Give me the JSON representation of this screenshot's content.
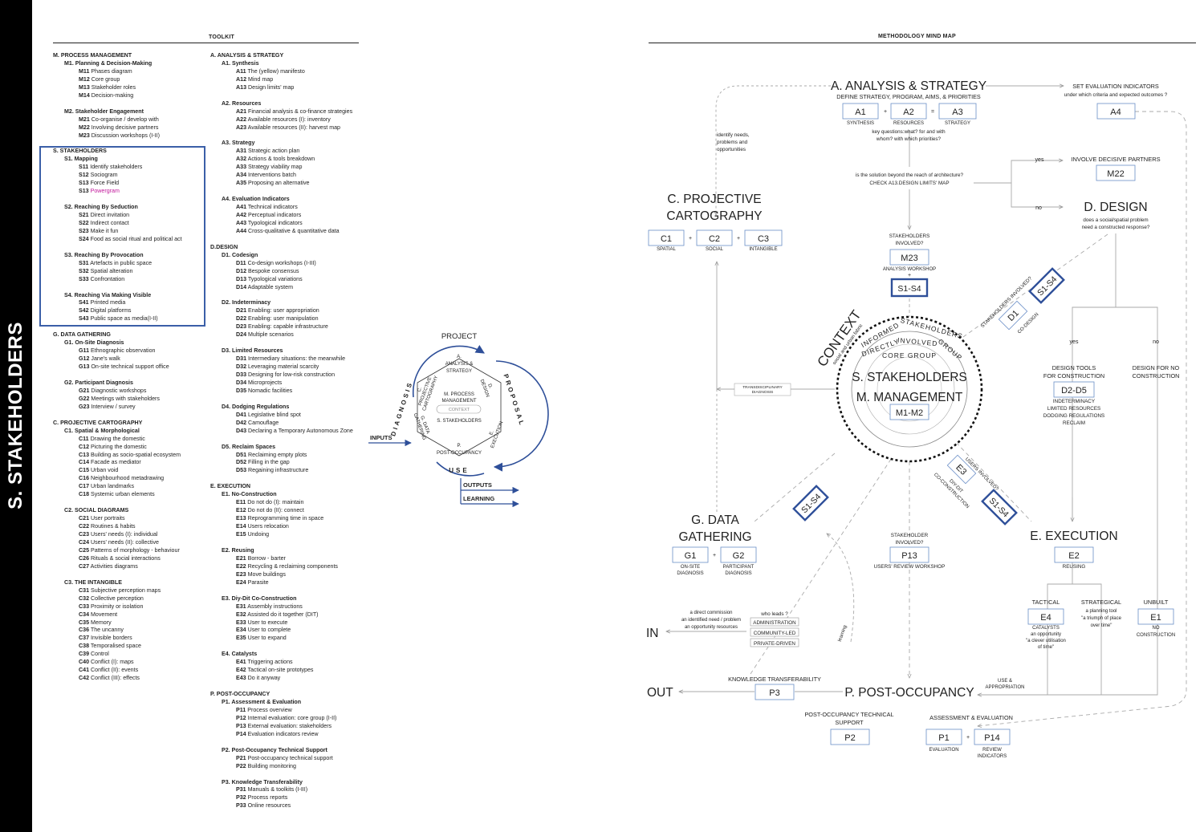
{
  "side_title": "S. STAKEHOLDERS",
  "toolkit": {
    "title": "TOOLKIT",
    "col1": [
      {
        "k": "sec",
        "t": "M.  PROCESS MANAGEMENT"
      },
      {
        "k": "sub",
        "t": "M1.  Planning & Decision-Making"
      },
      {
        "k": "it",
        "c": "M11",
        "t": "Phases diagram"
      },
      {
        "k": "it",
        "c": "M12",
        "t": "Core group"
      },
      {
        "k": "it",
        "c": "M13",
        "t": "Stakeholder roles"
      },
      {
        "k": "it",
        "c": "M14",
        "t": "Decision-making"
      },
      {
        "k": "gap"
      },
      {
        "k": "sub",
        "t": "M2.  Stakeholder Engagement"
      },
      {
        "k": "it",
        "c": "M21",
        "t": "Co-organise / develop with"
      },
      {
        "k": "it",
        "c": "M22",
        "t": "Involving decisive partners"
      },
      {
        "k": "it",
        "c": "M23",
        "t": "Discussion workshops (I-II)"
      },
      {
        "k": "gap"
      },
      {
        "k": "sec",
        "t": "S. STAKEHOLDERS"
      },
      {
        "k": "sub",
        "t": "S1.  Mapping"
      },
      {
        "k": "it",
        "c": "S11",
        "t": "Identify stakeholders"
      },
      {
        "k": "it",
        "c": "S12",
        "t": "Sociogram"
      },
      {
        "k": "it",
        "c": "S13",
        "t": "Force Field"
      },
      {
        "k": "it",
        "c": "S13",
        "t": "Powergram",
        "pink": true
      },
      {
        "k": "gap"
      },
      {
        "k": "sub",
        "t": "S2.  Reaching By Seduction"
      },
      {
        "k": "it",
        "c": "S21",
        "t": "Direct invitation"
      },
      {
        "k": "it",
        "c": "S22",
        "t": "Indirect contact"
      },
      {
        "k": "it",
        "c": "S23",
        "t": "Make it fun"
      },
      {
        "k": "it",
        "c": "S24",
        "t": "Food as social ritual and political act"
      },
      {
        "k": "gap"
      },
      {
        "k": "sub",
        "t": "S3.  Reaching By Provocation"
      },
      {
        "k": "it",
        "c": "S31",
        "t": "Artefacts in public space"
      },
      {
        "k": "it",
        "c": "S32",
        "t": "Spatial alteration"
      },
      {
        "k": "it",
        "c": "S33",
        "t": "Confrontation"
      },
      {
        "k": "gap"
      },
      {
        "k": "sub",
        "t": "S4.  Reaching Via Making Visible"
      },
      {
        "k": "it",
        "c": "S41",
        "t": "Printed media"
      },
      {
        "k": "it",
        "c": "S42",
        "t": "Digital platforms"
      },
      {
        "k": "it",
        "c": "S43",
        "t": "Public space as media(I-II)"
      },
      {
        "k": "gap"
      },
      {
        "k": "sec",
        "t": "G. DATA GATHERING"
      },
      {
        "k": "sub",
        "t": "G1.  On-Site Diagnosis"
      },
      {
        "k": "it",
        "c": "G11",
        "t": "Ethnographic observation"
      },
      {
        "k": "it",
        "c": "G12",
        "t": "Jane's walk"
      },
      {
        "k": "it",
        "c": "G13",
        "t": "On-site technical support office"
      },
      {
        "k": "gap"
      },
      {
        "k": "sub",
        "t": "G2.  Participant Diagnosis"
      },
      {
        "k": "it",
        "c": "G21",
        "t": "Diagnostic workshops"
      },
      {
        "k": "it",
        "c": "G22",
        "t": "Meetings with stakeholders"
      },
      {
        "k": "it",
        "c": "G23",
        "t": "Interview / survey"
      },
      {
        "k": "gap"
      },
      {
        "k": "sec",
        "t": "C. PROJECTIVE CARTOGRAPHY"
      },
      {
        "k": "sub",
        "t": "C1.  Spatial & Morphological"
      },
      {
        "k": "it",
        "c": "C11",
        "t": "Drawing the domestic"
      },
      {
        "k": "it",
        "c": "C12",
        "t": "Picturing the domestic"
      },
      {
        "k": "it",
        "c": "C13",
        "t": "Building as socio-spatial ecosystem"
      },
      {
        "k": "it",
        "c": "C14",
        "t": "Facade as mediator"
      },
      {
        "k": "it",
        "c": "C15",
        "t": "Urban void"
      },
      {
        "k": "it",
        "c": "C16",
        "t": "Neighbourhood metadrawing"
      },
      {
        "k": "it",
        "c": "C17",
        "t": "Urban landmarks"
      },
      {
        "k": "it",
        "c": "C18",
        "t": "Systemic urban elements"
      },
      {
        "k": "gap"
      },
      {
        "k": "sub",
        "t": "C2.  SOCIAL DIAGRAMS"
      },
      {
        "k": "it",
        "c": "C21",
        "t": "User portraits"
      },
      {
        "k": "it",
        "c": "C22",
        "t": "Routines & habits"
      },
      {
        "k": "it",
        "c": "C23",
        "t": "Users' needs (I): individual"
      },
      {
        "k": "it",
        "c": "C24",
        "t": "Users' needs (II): collective"
      },
      {
        "k": "it",
        "c": "C25",
        "t": "Patterns of morphology - behaviour"
      },
      {
        "k": "it",
        "c": "C26",
        "t": "Rituals & social interactions"
      },
      {
        "k": "it",
        "c": "C27",
        "t": "Activities diagrams"
      },
      {
        "k": "gap"
      },
      {
        "k": "sub",
        "t": "C3.  THE INTANGIBLE"
      },
      {
        "k": "it",
        "c": "C31",
        "t": "Subjective perception maps"
      },
      {
        "k": "it",
        "c": "C32",
        "t": "Collective perception"
      },
      {
        "k": "it",
        "c": "C33",
        "t": "Proximity or isolation"
      },
      {
        "k": "it",
        "c": "C34",
        "t": "Movement"
      },
      {
        "k": "it",
        "c": "C35",
        "t": "Memory"
      },
      {
        "k": "it",
        "c": "C36",
        "t": "The uncanny"
      },
      {
        "k": "it",
        "c": "C37",
        "t": "Invisible borders"
      },
      {
        "k": "it",
        "c": "C38",
        "t": "Temporalised space"
      },
      {
        "k": "it",
        "c": "C39",
        "t": "Control"
      },
      {
        "k": "it",
        "c": "C40",
        "t": "Conflict (I): maps"
      },
      {
        "k": "it",
        "c": "C41",
        "t": "Conflict (II): events"
      },
      {
        "k": "it",
        "c": "C42",
        "t": "Conflict (III): effects"
      }
    ],
    "col2": [
      {
        "k": "sec",
        "t": "A. ANALYSIS & STRATEGY"
      },
      {
        "k": "sub",
        "t": "A1.  Synthesis"
      },
      {
        "k": "it",
        "c": "A11",
        "t": "The (yellow) manifesto"
      },
      {
        "k": "it",
        "c": "A12",
        "t": "Mind map"
      },
      {
        "k": "it",
        "c": "A13",
        "t": "Design limits' map"
      },
      {
        "k": "gap"
      },
      {
        "k": "sub",
        "t": "A2.  Resources"
      },
      {
        "k": "it",
        "c": "A21",
        "t": "Financial analysis & co-finance strategies"
      },
      {
        "k": "it",
        "c": "A22",
        "t": "Available resources (I): inventory"
      },
      {
        "k": "it",
        "c": "A23",
        "t": "Available resources (II): harvest map"
      },
      {
        "k": "gap"
      },
      {
        "k": "sub",
        "t": "A3.  Strategy"
      },
      {
        "k": "it",
        "c": "A31",
        "t": "Strategic action plan"
      },
      {
        "k": "it",
        "c": "A32",
        "t": "Actions & tools breakdown"
      },
      {
        "k": "it",
        "c": "A33",
        "t": "Strategy viability map"
      },
      {
        "k": "it",
        "c": "A34",
        "t": "Interventions batch"
      },
      {
        "k": "it",
        "c": "A35",
        "t": "Proposing an alternative"
      },
      {
        "k": "gap"
      },
      {
        "k": "sub",
        "t": "A4.  Evaluation Indicators"
      },
      {
        "k": "it",
        "c": "A41",
        "t": "Technical indicators"
      },
      {
        "k": "it",
        "c": "A42",
        "t": "Perceptual indicators"
      },
      {
        "k": "it",
        "c": "A43",
        "t": "Typological indicators"
      },
      {
        "k": "it",
        "c": "A44",
        "t": "Cross-qualitative & quantitative data"
      },
      {
        "k": "gap"
      },
      {
        "k": "sec",
        "t": "D.DESIGN"
      },
      {
        "k": "sub",
        "t": "D1.  Codesign"
      },
      {
        "k": "it",
        "c": "D11",
        "t": "Co-design workshops (I-III)"
      },
      {
        "k": "it",
        "c": "D12",
        "t": "Bespoke consensus"
      },
      {
        "k": "it",
        "c": "D13",
        "t": "Typological variations"
      },
      {
        "k": "it",
        "c": "D14",
        "t": "Adaptable system"
      },
      {
        "k": "gap"
      },
      {
        "k": "sub",
        "t": "D2.  Indeterminacy"
      },
      {
        "k": "it",
        "c": "D21",
        "t": "Enabling: user appropriation"
      },
      {
        "k": "it",
        "c": "D22",
        "t": "Enabling: user manipulation"
      },
      {
        "k": "it",
        "c": "D23",
        "t": "Enabling: capable infrastructure"
      },
      {
        "k": "it",
        "c": "D24",
        "t": "Multiple scenarios"
      },
      {
        "k": "gap"
      },
      {
        "k": "sub",
        "t": "D3.  Limited Resources"
      },
      {
        "k": "it",
        "c": "D31",
        "t": "Intermediary situations: the meanwhile"
      },
      {
        "k": "it",
        "c": "D32",
        "t": "Leveraging material scarcity"
      },
      {
        "k": "it",
        "c": "D33",
        "t": "Designing for low-risk construction"
      },
      {
        "k": "it",
        "c": "D34",
        "t": "Microprojects"
      },
      {
        "k": "it",
        "c": "D35",
        "t": "Nomadic facilities"
      },
      {
        "k": "gap"
      },
      {
        "k": "sub",
        "t": "D4.  Dodging Regulations"
      },
      {
        "k": "it",
        "c": "D41",
        "t": "Legislative blind spot"
      },
      {
        "k": "it",
        "c": "D42",
        "t": "Camouflage"
      },
      {
        "k": "it",
        "c": "D43",
        "t": "Declaring a Temporary Autonomous Zone"
      },
      {
        "k": "gap"
      },
      {
        "k": "sub",
        "t": "D5.  Reclaim Spaces"
      },
      {
        "k": "it",
        "c": "D51",
        "t": "Reclaiming empty plots"
      },
      {
        "k": "it",
        "c": "D52",
        "t": "Filling in the gap"
      },
      {
        "k": "it",
        "c": "D53",
        "t": "Regaining infrastructure"
      },
      {
        "k": "gap"
      },
      {
        "k": "sec",
        "t": "E. EXECUTION"
      },
      {
        "k": "sub",
        "t": "E1.  No-Construction"
      },
      {
        "k": "it",
        "c": "E11",
        "t": "Do not do (I): maintain"
      },
      {
        "k": "it",
        "c": "E12",
        "t": "Do not do (II): connect"
      },
      {
        "k": "it",
        "c": "E13",
        "t": "Reprogramming time in space"
      },
      {
        "k": "it",
        "c": "E14",
        "t": "Users relocation"
      },
      {
        "k": "it",
        "c": "E15",
        "t": "Undoing"
      },
      {
        "k": "gap"
      },
      {
        "k": "sub",
        "t": "E2.  Reusing"
      },
      {
        "k": "it",
        "c": "E21",
        "t": "Borrow - barter"
      },
      {
        "k": "it",
        "c": "E22",
        "t": "Recycling & reclaiming components"
      },
      {
        "k": "it",
        "c": "E23",
        "t": "Move buildings"
      },
      {
        "k": "it",
        "c": "E24",
        "t": "Parasite"
      },
      {
        "k": "gap"
      },
      {
        "k": "sub",
        "t": "E3.  Diy-Dit Co-Construction"
      },
      {
        "k": "it",
        "c": "E31",
        "t": "Assembly instructions"
      },
      {
        "k": "it",
        "c": "E32",
        "t": "Assisted do it together (DIT)"
      },
      {
        "k": "it",
        "c": "E33",
        "t": "User to execute"
      },
      {
        "k": "it",
        "c": "E34",
        "t": "User to complete"
      },
      {
        "k": "it",
        "c": "E35",
        "t": "User to expand"
      },
      {
        "k": "gap"
      },
      {
        "k": "sub",
        "t": "E4.  Catalysts"
      },
      {
        "k": "it",
        "c": "E41",
        "t": "Triggering actions"
      },
      {
        "k": "it",
        "c": "E42",
        "t": "Tactical on-site prototypes"
      },
      {
        "k": "it",
        "c": "E43",
        "t": "Do it anyway"
      },
      {
        "k": "gap"
      },
      {
        "k": "sec",
        "t": "P. POST-OCCUPANCY"
      },
      {
        "k": "sub",
        "t": "P1.  Assessment & Evaluation"
      },
      {
        "k": "it",
        "c": "P11",
        "t": "Process overview"
      },
      {
        "k": "it",
        "c": "P12",
        "t": "Internal evaluation: core group (I-II)"
      },
      {
        "k": "it",
        "c": "P13",
        "t": "External evaluation: stakeholders"
      },
      {
        "k": "it",
        "c": "P14",
        "t": "Evaluation indicators review"
      },
      {
        "k": "gap"
      },
      {
        "k": "sub",
        "t": "P2.  Post-Occupancy Technical Support"
      },
      {
        "k": "it",
        "c": "P21",
        "t": "Post-occupancy technical support"
      },
      {
        "k": "it",
        "c": "P22",
        "t": "Building monitoring"
      },
      {
        "k": "gap"
      },
      {
        "k": "sub",
        "t": "P3.  Knowledge Transferability"
      },
      {
        "k": "it",
        "c": "P31",
        "t": "Manuals & toolkits (I-III)"
      },
      {
        "k": "it",
        "c": "P32",
        "t": "Process reports"
      },
      {
        "k": "it",
        "c": "P33",
        "t": "Online resources"
      }
    ]
  },
  "project_diagram": {
    "title": "PROJECT",
    "a": "A.",
    "a2": "ANALYSIS &",
    "a3": "STRATEGY",
    "d1": "D.",
    "d2": "DESIGN",
    "e1": "E.",
    "e2": "EXECUTION",
    "p1": "P.",
    "p2": "POST-OCCUPANCY",
    "g1": "G. DATA",
    "g2": "GATHERING",
    "c1": "C.",
    "c2": "PROJECTIVE",
    "c3": "CARTOGRAPHY",
    "m1": "M. PROCESS",
    "m2": "MANAGEMENT",
    "ctx": "CONTEXT",
    "s": "S. STAKEHOLDERS",
    "diagnosis": "DIAGNOSIS",
    "proposal": "PROPOSAL",
    "use": "USE",
    "inputs": "INPUTS",
    "outputs": "OUTPUTS",
    "learning": "LEARNING"
  },
  "mind_map": {
    "title": "METHODOLOGY MIND MAP",
    "A": {
      "title": "A. ANALYSIS & STRATEGY",
      "sub": "DEFINE STRATEGY, PROGRAM, AIMS, & PRIORITIES",
      "b1": "A1",
      "l1": "SYNTHESIS",
      "plus": "+",
      "b2": "A2",
      "l2": "RESOURCES",
      "eq": "=",
      "b3": "A3",
      "l3": "STRATEGY",
      "q1": "key questions:what?  for and with",
      "q2": "whom? with which priorities?"
    },
    "set_eval": {
      "t1": "SET EVALUATION INDICATORS",
      "t2": "under which criteria and expected outcomes ?",
      "box": "A4"
    },
    "beyond": {
      "t1": "is the solution beyond the reach of architecture?",
      "t2": "CHECK A13.DESIGN LIMITS' MAP"
    },
    "yes1": "yes",
    "no1": "no",
    "involve": {
      "t": "INVOLVE DECISIVE PARTNERS",
      "box": "M22"
    },
    "D": {
      "title": "D. DESIGN",
      "q1": "does a social/spatial problem",
      "q2": "need a constructed response?",
      "involved": "STAKEHOLDERS INVOLVED?",
      "box": "D1",
      "lbl": "CO-DESIGN",
      "s": "S1-S4"
    },
    "identify": {
      "t1": "identify  needs,",
      "t2": "problems and",
      "t3": "opportunities"
    },
    "C": {
      "t1": "C. PROJECTIVE",
      "t2": "CARTOGRAPHY",
      "b1": "C1",
      "l1": "SPATIAL",
      "b2": "C2",
      "l2": "SOCIAL",
      "b3": "C3",
      "l3": "INTANGIBLE"
    },
    "stake_inv": {
      "t1": "STAKEHOLDERS",
      "t2": "INVOLVED?",
      "box": "M23",
      "l1": "ANALYSIS WORKSHOP",
      "plus": "+",
      "s": "S1-S4"
    },
    "center": {
      "context": "CONTEXT",
      "ctx_sub": "social and urban fabric",
      "informed": "INFORMED",
      "stakeholders": "STAKEHOLDERS",
      "directly": "DIRECTLY",
      "involved": "INVOLVED",
      "group": "GROUP",
      "core": "CORE GROUP",
      "s": "S. STAKEHOLDERS",
      "m": "M. MANAGEMENT",
      "box": "M1-M2"
    },
    "trans": {
      "t1": "TRANSDISCIPLINARY",
      "t2": "DIAGNOSIS"
    },
    "yes2": "yes",
    "no2": "no",
    "tools": {
      "t1": "DESIGN TOOLS",
      "t2": "FOR CONSTRUCTION",
      "box": "D2-D5",
      "l1": "INDETERMINACY",
      "l2": "LIMITED RESOURCES",
      "l3": "DODGING REGULATIONS",
      "l4": "RECLAIM"
    },
    "noconst": {
      "t1": "DESIGN FOR NO",
      "t2": "CONSTRUCTION"
    },
    "E3": {
      "inv": "USERS INVOLVED?",
      "box": "E3",
      "l1": "DIY-DIT",
      "l2": "CO-CONSTRUCTION",
      "s": "S1-S4"
    },
    "G": {
      "t1": "G. DATA",
      "t2": "GATHERING",
      "b1": "G1",
      "l1a": "ON-SITE",
      "l1b": "DIAGNOSIS",
      "b2": "G2",
      "l2a": "PARTICIPANT",
      "l2b": "DIAGNOSIS",
      "s": "S1-S4"
    },
    "P13": {
      "t1": "STAKEHOLDER",
      "t2": "INVOLVED?",
      "box": "P13",
      "l": "USERS' REVIEW WORKSHOP"
    },
    "E": {
      "title": "E. EXECUTION",
      "box": "E2",
      "l": "REUSING",
      "tac": "TACTICAL",
      "e4": "E4",
      "tl1": "CATALYSTS",
      "tl2": "an opportunity",
      "tl3": "\"a clever utilisation",
      "tl4": "of time\"",
      "str": "STRATEGICAL",
      "sl1": "a planning tool",
      "sl2": "\"a triumph of place",
      "sl3": "over time\"",
      "unb": "UNBUILT",
      "e1": "E1",
      "ul1": "NO",
      "ul2": "CONSTRUCTION"
    },
    "IN": {
      "label": "IN",
      "t1": "a direct commission",
      "t2": "an identified need / problem",
      "t3": "an opportunity  resources",
      "who": "who leads ?",
      "o1": "ADMINISTRATION",
      "o2": "COMMUNITY-LED",
      "o3": "PRIVATE-DRIVEN",
      "learning": "learning"
    },
    "OUT": {
      "label": "OUT",
      "kt": "KNOWLEDGE TRANSFERABILITY",
      "box": "P3"
    },
    "P": {
      "title": "P. POST-OCCUPANCY",
      "use1": "USE &",
      "use2": "APPROPRIATION",
      "t1": "POST-OCCUPANCY TECHNICAL",
      "t2": "SUPPORT",
      "box2": "P2",
      "ae": "ASSESSMENT  & EVALUATION",
      "box1": "P1",
      "l1": "EVALUATION",
      "plus": "+",
      "box14": "P14",
      "l14a": "REVIEW",
      "l14b": "INDICATORS"
    }
  }
}
